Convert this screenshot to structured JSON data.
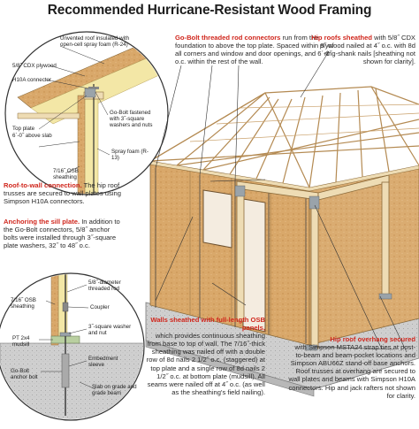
{
  "title": "Recommended Hurricane-Resistant Wood Framing",
  "callouts": {
    "gobolt": {
      "head": "Go-Bolt threaded rod connectors",
      "body": " run from the foundation to above the top plate. Spaced within 8˝ of all corners and window and door openings, and 6´-0˝ o.c. within the rest of the wall."
    },
    "hip": {
      "head": "Hip roofs sheathed",
      "body": " with 5/8˝ CDX plywood nailed at 4˝ o.c. with 8d ring-shank nails [sheathing not shown for clarity]."
    },
    "rtw": {
      "head": "Roof-to-wall connection.",
      "body": " The hip roof trusses are secured to wall plates using Simpson H10A connectors."
    },
    "sill": {
      "head": "Anchoring the sill plate.",
      "body": " In addition to the Go-Bolt connectors, 5/8˝ anchor bolts were installed through 3˝-square plate washers, 32˝ to 48˝ o.c."
    },
    "walls": {
      "head": "Walls sheathed with full-length OSB panels,",
      "body": "which provides continuous sheathing from base to top of wall. The 7/16˝-thick sheathing was nailed off with a double row of 8d nails 2 1/2˝ o.c. (staggered) at top plate and a single row of 8d nails 2 1/2˝ o.c. at bottom plate (mudsill). All seams were nailed off at 4˝ o.c. (as well as the sheathing's field nailing)."
    },
    "overhang": {
      "head": "Hip roof overhang secured",
      "body": "with Simpson MSTA24 strap ties at post-to-beam and beam-pocket locations and Simpson ABU66Z stand-off base anchors. Roof trusses at overhang are secured to wall plates and beams with Simpson H10A connectors. Hip and jack rafters not shown for clarity."
    }
  },
  "detail_top_labels": {
    "unvented": "Unvented roof insulated with open-cell spray foam (R-24)",
    "cdx": "5/8˝ CDX plywood",
    "h10a": "H10A connector",
    "topplate": "Top plate",
    "slab": "6´-0˝ above slab",
    "gobolt_fastened": "Go-Bolt fastened with 3˝-square washers and nuts",
    "sprayfoam": "Spray foam (R-13)",
    "osb": "7/16˝ OSB sheathing"
  },
  "detail_bottom_labels": {
    "rod": "5/8˝-diameter threaded rod",
    "osb": "7/16˝ OSB sheathing",
    "coupler": "Coupler",
    "washer": "3˝-square washer and nut",
    "pt": "PT 2x4 mudsill",
    "sleeve": "Embedment sleeve",
    "anchor": "Go-Bolt anchor bolt",
    "slab": "Slab on grade and grade beam"
  },
  "colors": {
    "accent": "#d0261c",
    "sheathing": "#d9a86a",
    "lumber": "#eedcb4",
    "concrete": "#c9c9c9",
    "foam": "#f3e7a6"
  }
}
